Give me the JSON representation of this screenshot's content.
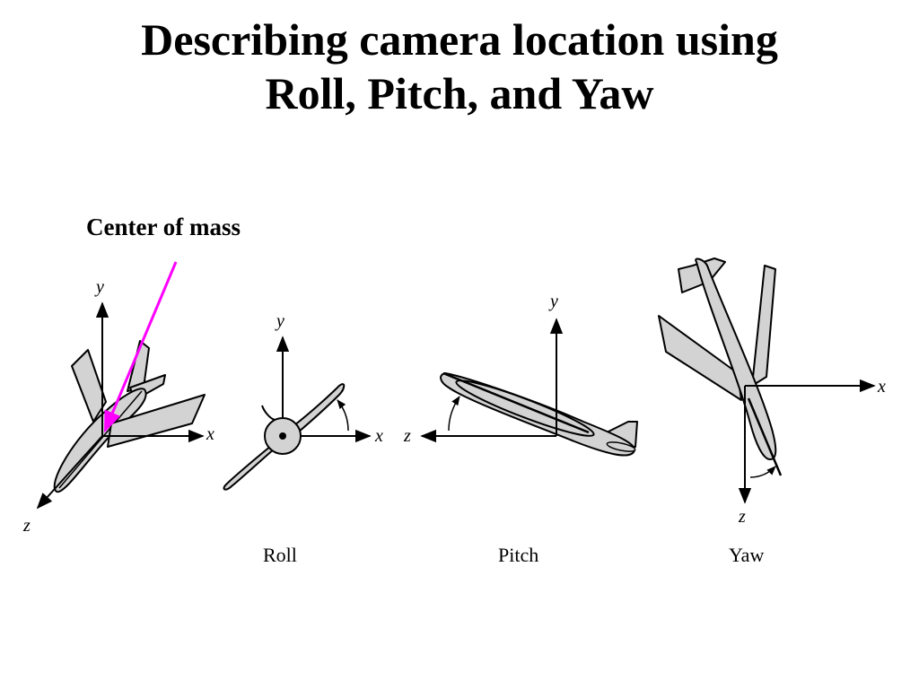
{
  "title": {
    "line1": "Describing camera location using",
    "line2": "Roll, Pitch, and Yaw"
  },
  "callout": {
    "label": "Center of mass",
    "color": "#ff00ff"
  },
  "colors": {
    "aircraft_fill": "#d3d3d3",
    "stroke": "#000000"
  },
  "figures": {
    "overview": {
      "axes": {
        "x": "x",
        "y": "y",
        "z": "z"
      }
    },
    "roll": {
      "axes": {
        "x": "x",
        "y": "y"
      },
      "caption": "Roll"
    },
    "pitch": {
      "axes": {
        "y": "y",
        "z": "z"
      },
      "caption": "Pitch"
    },
    "yaw": {
      "axes": {
        "x": "x",
        "z": "z"
      },
      "caption": "Yaw"
    }
  }
}
